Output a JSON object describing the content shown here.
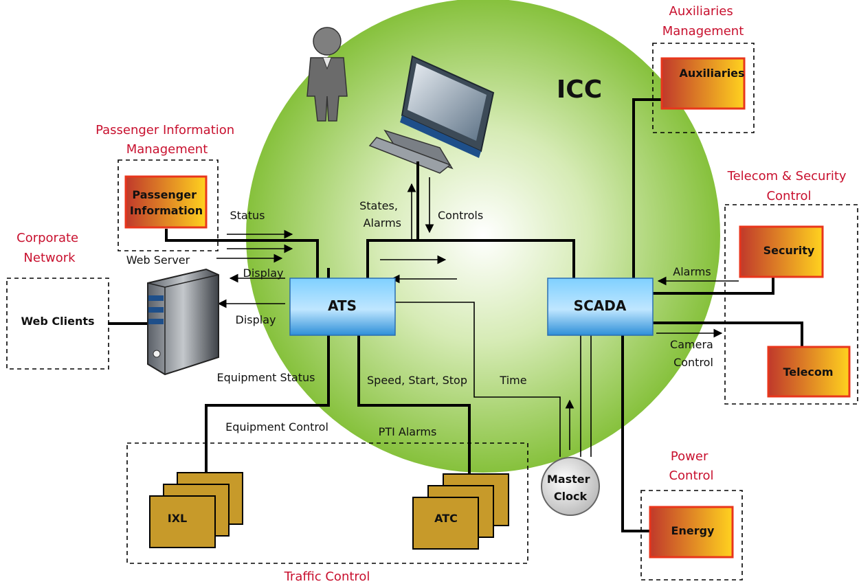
{
  "center": {
    "label": "ICC"
  },
  "groups": {
    "passenger_info": [
      "Passenger Information",
      "Management"
    ],
    "corporate": [
      "Corporate",
      "Network"
    ],
    "auxiliaries": [
      "Auxiliaries",
      "Management"
    ],
    "telecom_security": [
      "Telecom & Security",
      "Control"
    ],
    "power": [
      "Power",
      "Control"
    ],
    "traffic": "Traffic Control"
  },
  "nodes": {
    "ats": "ATS",
    "scada": "SCADA",
    "passenger": [
      "Passenger",
      "Information"
    ],
    "web_clients": "Web Clients",
    "web_server": "Web Server",
    "auxiliaries": "Auxiliaries",
    "security": "Security",
    "telecom": "Telecom",
    "energy": "Energy",
    "ixl": "IXL",
    "atc": "ATC",
    "master_clock": [
      "Master",
      "Clock"
    ]
  },
  "flows": {
    "status": "Status",
    "display_pi": "Display",
    "display_web": "Display",
    "states_alarms": [
      "States,",
      "Alarms"
    ],
    "controls": "Controls",
    "equipment_status": "Equipment Status",
    "equipment_control": "Equipment Control",
    "speed_start_stop": "Speed, Start, Stop",
    "pti_alarms": "PTI Alarms",
    "time": "Time",
    "alarms": "Alarms",
    "camera_control": [
      "Camera",
      "Control"
    ]
  },
  "colors": {
    "circle_center": "#ffffff",
    "circle_edge": "#8cc63f",
    "box_orange_left": "#c0392b",
    "box_orange_right": "#ffd21f",
    "box_border": "#e8361c",
    "blue_box": "#2e8fd8",
    "olive_box": "#c79a2a",
    "label_red": "#c8102e"
  }
}
